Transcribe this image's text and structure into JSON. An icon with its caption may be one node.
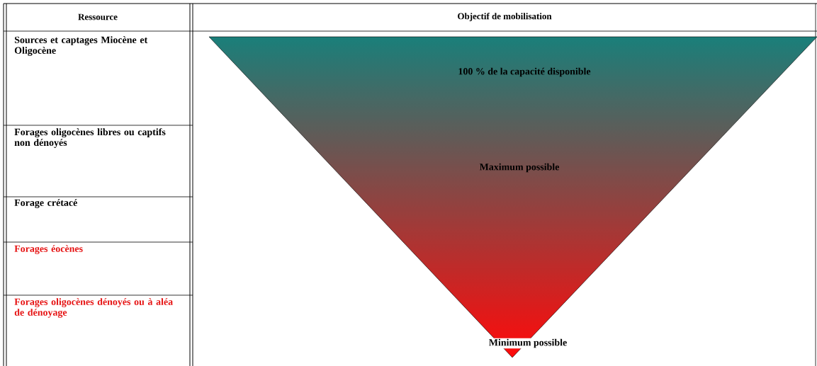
{
  "diagram": {
    "nodes": [
      {
        "text": [
          "100 % de la capacité disponible",
          "Maximum possible",
          "Minimum possible"
        ]
      }
    ],
    "labels": [
      "Ressource",
      "Objectif de mobilisation",
      "Sources et captages Miocène et Oligocène",
      "Forages oligocènes libres ou captifs non dénoyés",
      "Forage crétacé",
      "Forages éocènes",
      "Forages oligocènes dénoyés ou à aléa de dénoyage"
    ]
  }
}
